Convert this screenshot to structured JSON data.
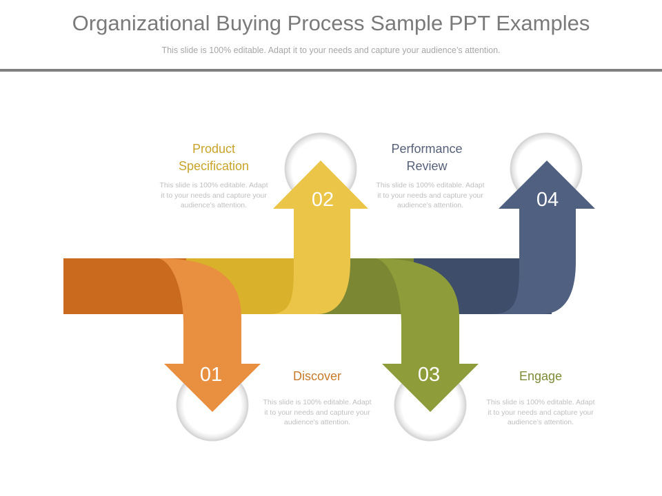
{
  "header": {
    "title": "Organizational Buying Process Sample PPT Examples",
    "subtitle": "This slide is 100% editable. Adapt it to your needs and capture your audience’s attention."
  },
  "steps": [
    {
      "number": "01",
      "title": "Discover",
      "description": "This slide is 100% editable. Adapt it to your needs and capture your audience’s attention.",
      "color": "#e8903f",
      "band_color": "#c96a1f"
    },
    {
      "number": "02",
      "title": "Product Specification",
      "description": "This slide is 100% editable. Adapt it to your needs and capture your audience’s attention.",
      "color": "#ebc548",
      "band_color": "#d9b12a"
    },
    {
      "number": "03",
      "title": "Discover",
      "description": "This slide is 100% editable. Adapt it to your needs and capture your audience’s attention.",
      "color": "#8e9d3a",
      "band_color": "#7c8734"
    },
    {
      "number": "04",
      "title": "Engage",
      "description": "This slide is 100% editable. Adapt it to your needs and capture your audience’s attention.",
      "color": "#4f6080",
      "band_color": "#3e4d69"
    }
  ],
  "step_titles_display": {
    "s01": "Discover",
    "s02_line1": "Product",
    "s02_line2": "Specification",
    "s03_line1": "Performance",
    "s03_line2": "Review",
    "s04": "Engage"
  },
  "title_colors": {
    "s01": "#c77a2a",
    "s02": "#c8a42a",
    "s03": "#566078",
    "s04": "#7c8a34"
  }
}
